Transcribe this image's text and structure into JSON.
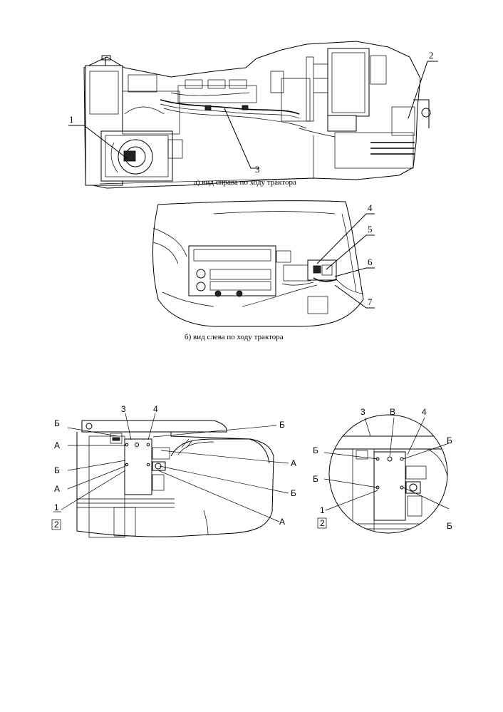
{
  "views": {
    "right": {
      "caption": "а) вид справа по ходу трактора",
      "callouts": [
        "1",
        "2",
        "3"
      ]
    },
    "left": {
      "caption": "б) вид слева по ходу трактора",
      "callouts": [
        "4",
        "5",
        "6",
        "7"
      ]
    },
    "side_detail": {
      "callouts": {
        "top_3": "3",
        "top_4": "4",
        "left_b1": "Б",
        "left_a1": "А",
        "left_b2": "Б",
        "left_a2": "А",
        "num_1": "1",
        "num_2": "2",
        "right_b1": "Б",
        "right_a1": "А",
        "right_b2": "Б",
        "right_a2": "А"
      }
    },
    "round_detail": {
      "callouts": {
        "top_3": "3",
        "top_v": "В",
        "top_4": "4",
        "left_b1": "Б",
        "left_b2": "Б",
        "num_1": "1",
        "num_2": "2",
        "right_b1": "Б",
        "right_b2": "Б"
      }
    }
  }
}
